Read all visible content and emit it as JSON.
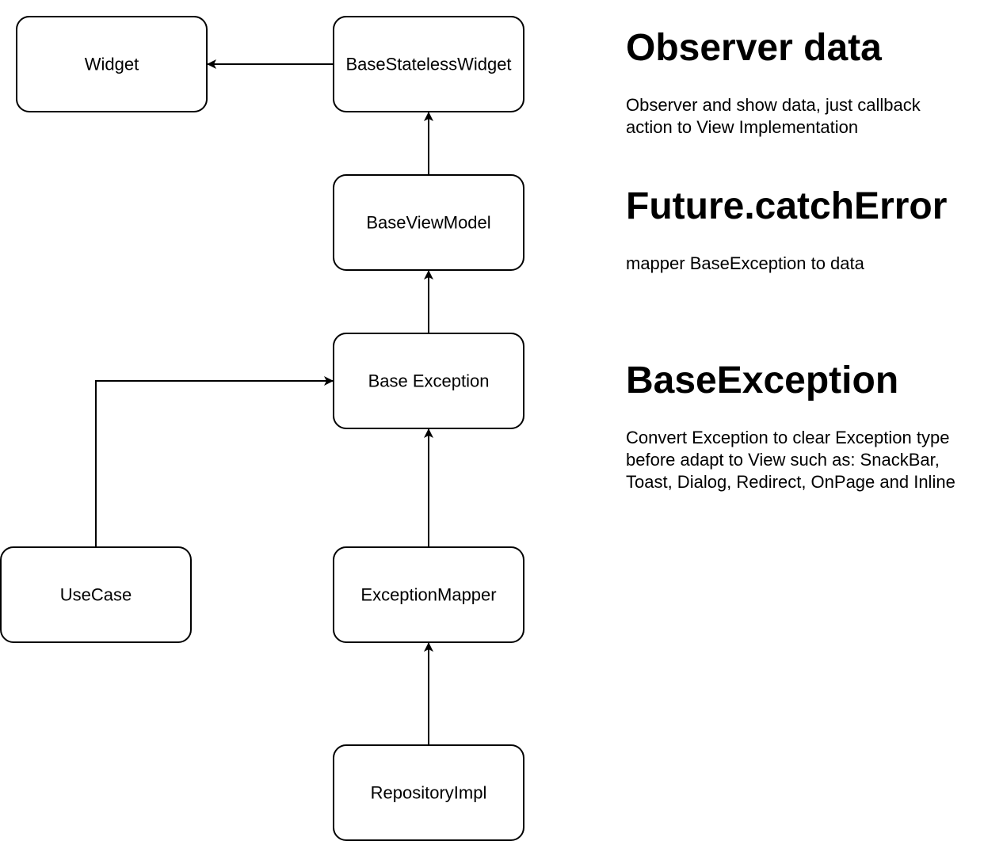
{
  "diagram": {
    "nodes": {
      "widget": "Widget",
      "base_stateless_widget": "BaseStatelessWidget",
      "base_view_model": "BaseViewModel",
      "base_exception": "Base Exception",
      "use_case": "UseCase",
      "exception_mapper": "ExceptionMapper",
      "repository_impl": "RepositoryImpl"
    }
  },
  "notes": {
    "observer": {
      "title": "Observer data",
      "body": "Observer and show data, just callback action to View Implementation"
    },
    "future": {
      "title": "Future.catchError",
      "body": "mapper BaseException to data"
    },
    "base_exception": {
      "title": "BaseException",
      "body": "Convert Exception to clear Exception type before adapt to View such as: SnackBar, Toast, Dialog, Redirect, OnPage and Inline"
    }
  },
  "colors": {
    "stroke": "#000000",
    "background": "#ffffff"
  }
}
